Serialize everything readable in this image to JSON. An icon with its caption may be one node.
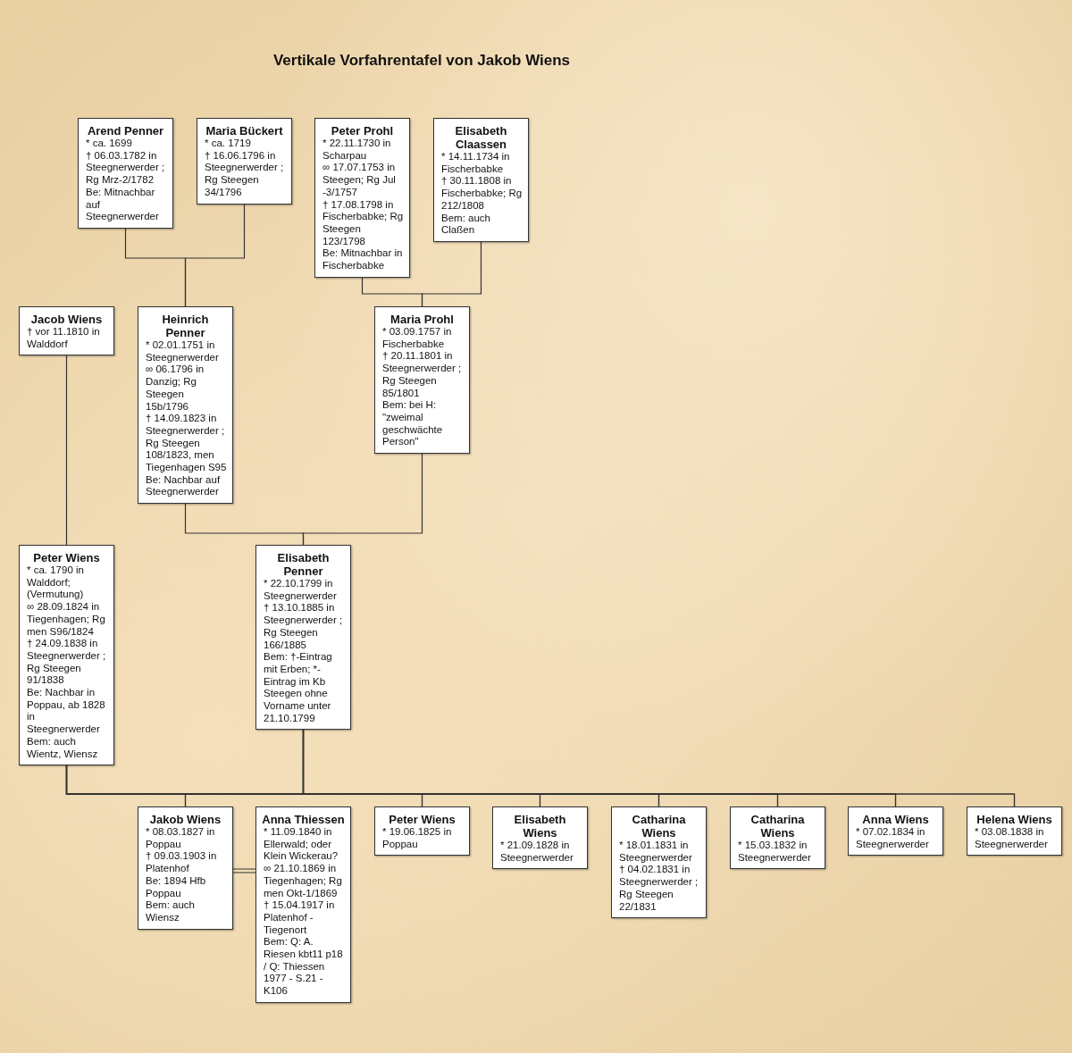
{
  "diagram": {
    "title": "Vertikale Vorfahrentafel von Jakob Wiens",
    "nodes": [
      {
        "text": [
          "Arend Penner",
          "* ca. 1699",
          "† 06.03.1782 in Steegnerwerder ; Rg Mrz-2/1782",
          "Be: Mitnachbar auf Steegnerwerder"
        ]
      },
      {
        "text": [
          "Maria Bückert",
          "* ca. 1719",
          "† 16.06.1796 in Steegnerwerder ; Rg Steegen 34/1796"
        ]
      },
      {
        "text": [
          "Peter Prohl",
          "* 22.11.1730 in Scharpau",
          "∞ 17.07.1753 in Steegen; Rg Jul -3/1757",
          "† 17.08.1798 in Fischerbabke; Rg Steegen 123/1798",
          "Be: Mitnachbar in Fischerbabke"
        ]
      },
      {
        "text": [
          "Elisabeth Claassen",
          "* 14.11.1734 in Fischerbabke",
          "† 30.11.1808 in Fischerbabke; Rg 212/1808",
          "Bem: auch Claßen"
        ]
      },
      {
        "text": [
          "Jacob Wiens",
          "† vor 11.1810 in Walddorf"
        ]
      },
      {
        "text": [
          "Heinrich Penner",
          "* 02.01.1751 in Steegnerwerder",
          "∞ 06.1796 in Danzig; Rg Steegen 15b/1796",
          "† 14.09.1823 in Steegnerwerder ; Rg Steegen 108/1823, men Tiegenhagen S95",
          "Be: Nachbar auf Steegnerwerder"
        ]
      },
      {
        "text": [
          "Maria Prohl",
          "* 03.09.1757 in Fischerbabke",
          "† 20.11.1801 in Steegnerwerder ; Rg Steegen 85/1801",
          "Bem: bei H: \"zweimal geschwächte Person\""
        ]
      },
      {
        "text": [
          "Peter Wiens",
          "* ca. 1790 in Walddorf; (Vermutung)",
          "∞ 28.09.1824 in Tiegenhagen; Rg men S96/1824",
          "† 24.09.1838 in Steegnerwerder ; Rg Steegen 91/1838",
          "Be: Nachbar in Poppau, ab 1828 in Steegnerwerder",
          "Bem: auch Wientz, Wiensz"
        ]
      },
      {
        "text": [
          "Elisabeth Penner",
          "* 22.10.1799 in Steegnerwerder",
          "† 13.10.1885 in Steegnerwerder ; Rg Steegen 166/1885",
          "Bem: †-Eintrag mit Erben; *-Eintrag im Kb Steegen ohne Vorname unter 21.10.1799"
        ]
      },
      {
        "text": [
          "Jakob Wiens",
          "* 08.03.1827 in Poppau",
          "† 09.03.1903 in Platenhof",
          "Be: 1894 Hfb Poppau",
          "Bem: auch Wiensz"
        ]
      },
      {
        "text": [
          "Anna Thiessen",
          "* 11.09.1840 in Ellerwald; oder Klein Wickerau?",
          "∞ 21.10.1869 in Tiegenhagen; Rg men Okt-1/1869",
          "† 15.04.1917 in Platenhof - Tiegenort",
          "Bem: Q: A. Riesen kbt11 p18 / Q: Thiessen 1977 - S.21 - K106"
        ]
      },
      {
        "text": [
          "Peter Wiens",
          "* 19.06.1825 in Poppau"
        ]
      },
      {
        "text": [
          "Elisabeth Wiens",
          "* 21.09.1828 in Steegnerwerder"
        ]
      },
      {
        "text": [
          "Catharina Wiens",
          "* 18.01.1831 in Steegnerwerder",
          "† 04.02.1831 in Steegnerwerder ; Rg Steegen 22/1831"
        ]
      },
      {
        "text": [
          "Catharina Wiens",
          "* 15.03.1832 in Steegnerwerder"
        ]
      },
      {
        "text": [
          "Anna Wiens",
          "* 07.02.1834 in Steegnerwerder"
        ]
      },
      {
        "text": [
          "Helena Wiens",
          "* 03.08.1838 in Steegnerwerder"
        ]
      }
    ],
    "edges": [
      {
        "from": 0,
        "to": 5,
        "arrow": "none"
      },
      {
        "from": 1,
        "to": 5,
        "arrow": "none"
      },
      {
        "from": 2,
        "to": 6,
        "arrow": "none"
      },
      {
        "from": 3,
        "to": 6,
        "arrow": "none"
      },
      {
        "from": 4,
        "to": 7,
        "arrow": "none"
      },
      {
        "from": 5,
        "to": 8,
        "arrow": "none"
      },
      {
        "from": 6,
        "to": 8,
        "arrow": "none"
      },
      {
        "from": 7,
        "to": 9,
        "arrow": "none"
      },
      {
        "from": 8,
        "to": 9,
        "arrow": "none"
      },
      {
        "from": 7,
        "to": 11,
        "arrow": "none"
      },
      {
        "from": 8,
        "to": 11,
        "arrow": "none"
      },
      {
        "from": 7,
        "to": 12,
        "arrow": "none"
      },
      {
        "from": 8,
        "to": 12,
        "arrow": "none"
      },
      {
        "from": 7,
        "to": 13,
        "arrow": "none"
      },
      {
        "from": 8,
        "to": 13,
        "arrow": "none"
      },
      {
        "from": 7,
        "to": 14,
        "arrow": "none"
      },
      {
        "from": 8,
        "to": 14,
        "arrow": "none"
      },
      {
        "from": 7,
        "to": 15,
        "arrow": "none"
      },
      {
        "from": 8,
        "to": 15,
        "arrow": "none"
      },
      {
        "from": 7,
        "to": 16,
        "arrow": "none"
      },
      {
        "from": 8,
        "to": 16,
        "arrow": "none"
      },
      {
        "from": 9,
        "to": 10,
        "arrow": "none"
      }
    ]
  }
}
